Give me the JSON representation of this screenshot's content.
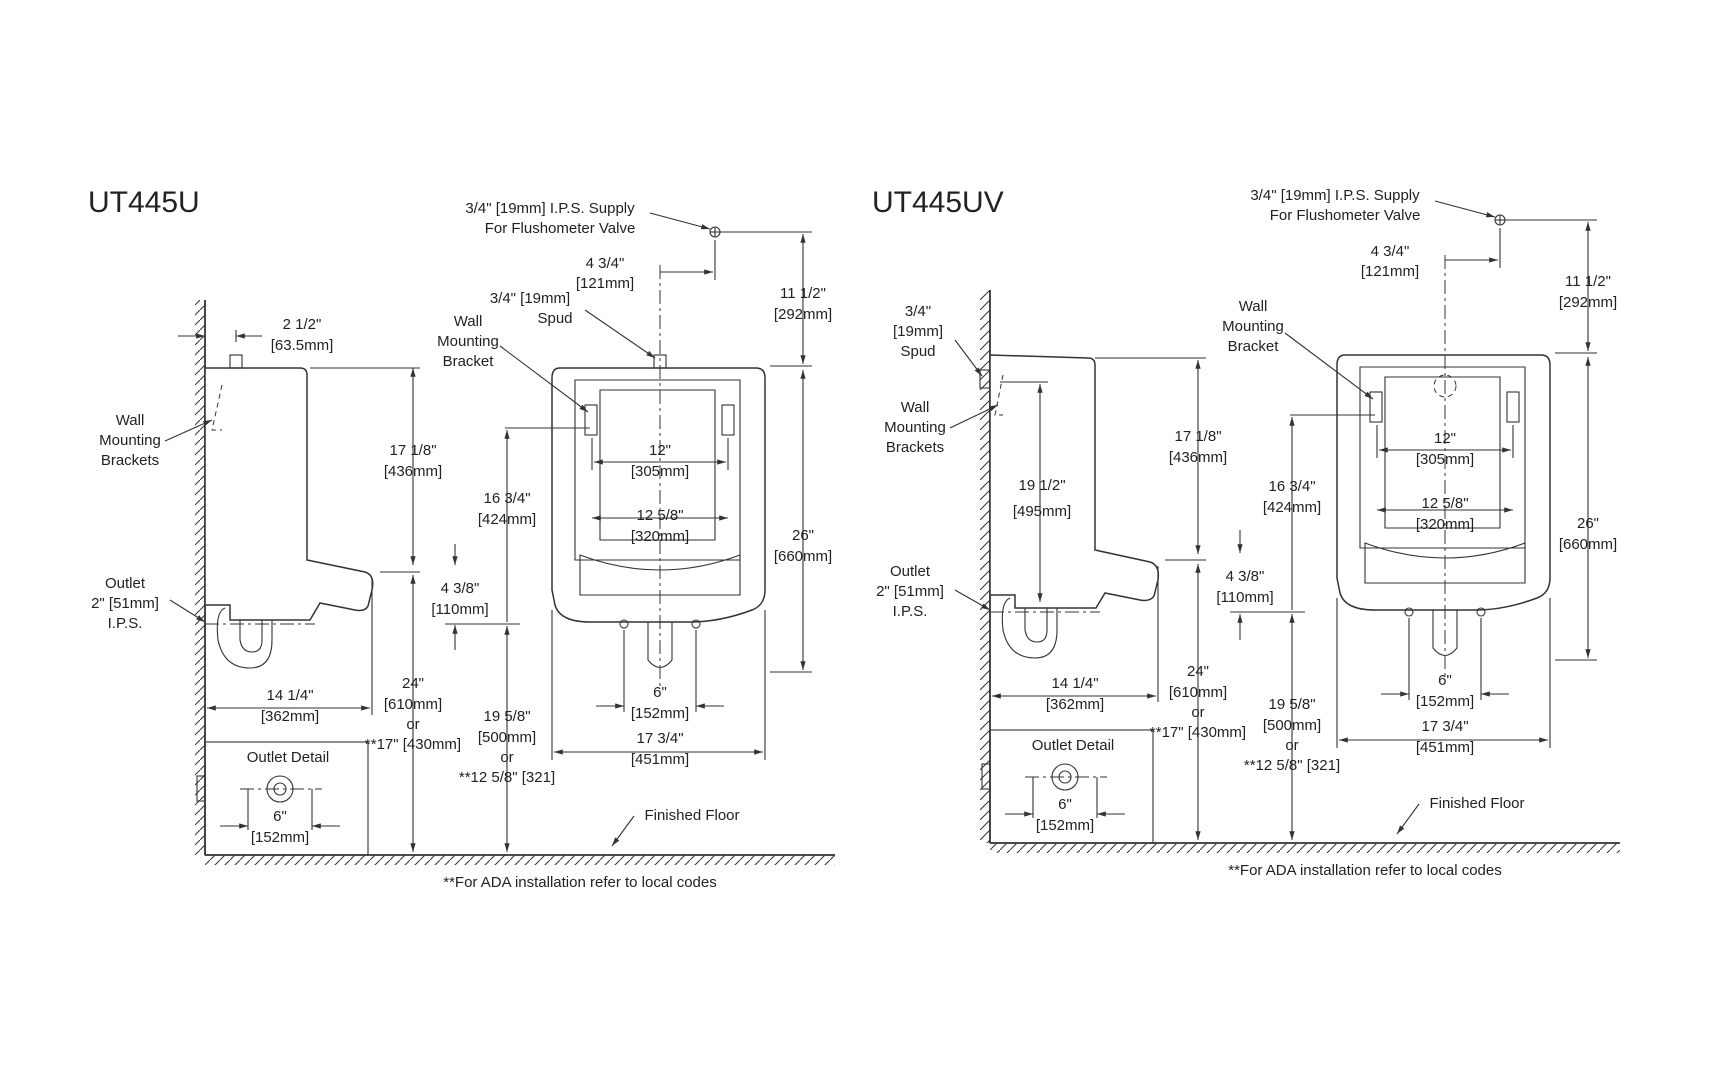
{
  "left": {
    "model": "UT445U",
    "supply": [
      "3/4\" [19mm] I.P.S. Supply",
      "For Flushometer Valve"
    ],
    "supply_offset": [
      "4 3/4\"",
      "[121mm]"
    ],
    "spud": [
      "3/4\" [19mm]",
      "Spud"
    ],
    "bracket": [
      "Wall",
      "Mounting",
      "Bracket"
    ],
    "brackets": [
      "Wall",
      "Mounting",
      "Brackets"
    ],
    "outlet": [
      "Outlet",
      "2\" [51mm]",
      "I.P.S."
    ],
    "depth_top": [
      "2 1/2\"",
      "[63.5mm]"
    ],
    "height_upper": [
      "17 1/8\"",
      "[436mm]"
    ],
    "bracket_to_outlet": [
      "4 3/8\"",
      "[110mm]"
    ],
    "rim_height": [
      "24\"",
      "[610mm]",
      "or",
      "**17\" [430mm]"
    ],
    "depth": [
      "14 1/4\"",
      "[362mm]"
    ],
    "outlet_detail": "Outlet Detail",
    "outlet_detail_dim": [
      "6\"",
      "[152mm]"
    ],
    "bracket_height": [
      "16 3/4\"",
      "[424mm]"
    ],
    "bracket_spacing": [
      "12\"",
      "[305mm]"
    ],
    "bowl_width": [
      "12 5/8\"",
      "[320mm]"
    ],
    "bolt_spacing": [
      "6\"",
      "[152mm]"
    ],
    "width": [
      "17 3/4\"",
      "[451mm]"
    ],
    "outlet_height": [
      "19 5/8\"",
      "[500mm]",
      "or",
      "**12 5/8\" [321]"
    ],
    "supply_height": [
      "11 1/2\"",
      "[292mm]"
    ],
    "overall_height": [
      "26\"",
      "[660mm]"
    ],
    "floor": "Finished Floor",
    "note": "**For ADA installation refer to local codes"
  },
  "right": {
    "model": "UT445UV",
    "supply": [
      "3/4\" [19mm] I.P.S. Supply",
      "For Flushometer Valve"
    ],
    "supply_offset": [
      "4 3/4\"",
      "[121mm]"
    ],
    "spud": [
      "3/4\"",
      "[19mm]",
      "Spud"
    ],
    "bracket": [
      "Wall",
      "Mounting",
      "Bracket"
    ],
    "brackets": [
      "Wall",
      "Mounting",
      "Brackets"
    ],
    "outlet": [
      "Outlet",
      "2\" [51mm]",
      "I.P.S."
    ],
    "spud_height": [
      "19 1/2\"",
      "[495mm]"
    ],
    "height_upper": [
      "17 1/8\"",
      "[436mm]"
    ],
    "bracket_to_outlet": [
      "4 3/8\"",
      "[110mm]"
    ],
    "rim_height": [
      "24\"",
      "[610mm]",
      "or",
      "**17\" [430mm]"
    ],
    "depth": [
      "14 1/4\"",
      "[362mm]"
    ],
    "outlet_detail": "Outlet Detail",
    "outlet_detail_dim": [
      "6\"",
      "[152mm]"
    ],
    "bracket_height": [
      "16 3/4\"",
      "[424mm]"
    ],
    "bracket_spacing": [
      "12\"",
      "[305mm]"
    ],
    "bowl_width": [
      "12 5/8\"",
      "[320mm]"
    ],
    "bolt_spacing": [
      "6\"",
      "[152mm]"
    ],
    "width": [
      "17 3/4\"",
      "[451mm]"
    ],
    "outlet_height": [
      "19 5/8\"",
      "[500mm]",
      "or",
      "**12 5/8\" [321]"
    ],
    "supply_height": [
      "11 1/2\"",
      "[292mm]"
    ],
    "overall_height": [
      "26\"",
      "[660mm]"
    ],
    "floor": "Finished Floor",
    "note": "**For ADA installation refer to local codes"
  }
}
